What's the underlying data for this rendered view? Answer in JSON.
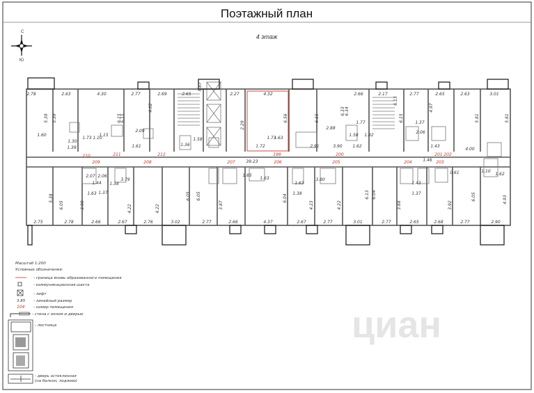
{
  "title": "Поэтажный план",
  "floor_label": "4 этаж",
  "compass": {
    "north": "С",
    "south": "Ю"
  },
  "plan": {
    "top_widths": [
      "2.78",
      "2.63",
      "4.30",
      "2.77",
      "2.69",
      "2.65",
      "2.27",
      "4.32",
      "2.66",
      "2.17",
      "2.77",
      "2.65",
      "2.63",
      "3.01"
    ],
    "bottom_widths": [
      "2.75",
      "2.78",
      "2.66",
      "2.67",
      "2.76",
      "3.02",
      "2.77",
      "2.66",
      "4.37",
      "2.67",
      "2.77",
      "3.01",
      "2.77",
      "2.65",
      "2.68",
      "2.77",
      "2.90"
    ],
    "top_vertical": [
      "5.39",
      "5.39",
      "6.15",
      "6.15",
      "4.02",
      "5.87",
      "2.29",
      "6.56",
      "6.15",
      "6.33",
      "6.34",
      "6.13",
      "4.97",
      "6.15",
      "5.81",
      "5.81"
    ],
    "bottom_vertical": [
      "5.38",
      "6.05",
      "3.90",
      "4.22",
      "4.22",
      "6.05",
      "6.05",
      "3.87",
      "6.04",
      "4.23",
      "4.22",
      "6.13",
      "6.04",
      "3.68",
      "3.92",
      "6.05",
      "4.93"
    ],
    "small_dims": [
      "1.60",
      "1.30",
      "1.10",
      "1.73",
      "1.39",
      "1.15",
      "2.09",
      "1.61",
      "1.36",
      "1.58",
      "1.72",
      "1.73",
      "1.63",
      "2.91",
      "2.88",
      "3.90",
      "1.77",
      "1.58",
      "1.62",
      "1.82",
      "1.37",
      "2.06",
      "1.43",
      "4.00",
      "1.46",
      "2.07",
      "2.06",
      "1.44",
      "1.37",
      "1.63",
      "1.38",
      "3.79",
      "1.65",
      "1.63",
      "3.80",
      "1.63",
      "1.38",
      "1.43",
      "1.37",
      "0.61",
      "1.62",
      "1.10"
    ],
    "corridor_total": "39.23",
    "room_numbers": [
      "210",
      "211",
      "212",
      "199",
      "200",
      "201",
      "202",
      "209",
      "208",
      "207",
      "206",
      "205",
      "204",
      "203"
    ]
  },
  "legend": {
    "scale": "Масштаб 1:200",
    "heading": "Условные обозначения:",
    "items": [
      {
        "symbol": "",
        "label": "- граница вновь образованного помещения"
      },
      {
        "symbol": "",
        "label": "- коммуникационная шахта"
      },
      {
        "symbol": "",
        "label": "- лифт"
      },
      {
        "symbol": "3.85",
        "label": "- линейный размер"
      },
      {
        "symbol": "104",
        "label": "- номер помещения"
      },
      {
        "symbol": "",
        "label": "- стена с окном и дверью"
      },
      {
        "symbol": "",
        "label": "- лестница"
      },
      {
        "symbol": "",
        "label": "- дверь остекленная"
      },
      {
        "symbol": "",
        "label": "(на балкон, лоджию)"
      }
    ]
  },
  "watermark": "циан",
  "colors": {
    "boundary": "#c0392b",
    "wall": "#555555"
  }
}
